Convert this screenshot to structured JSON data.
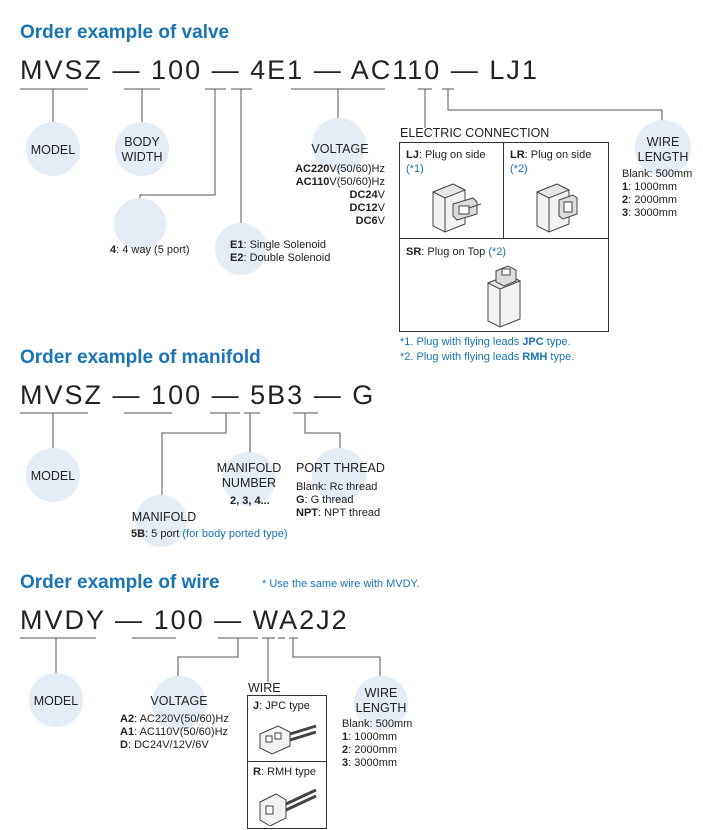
{
  "valve": {
    "title": "Order example of valve",
    "code": {
      "model": "MVSZ",
      "sep1": "—",
      "width": "100",
      "sep2": "—",
      "ports": "4E1",
      "sep3": "—",
      "voltage": "AC110",
      "sep4": "—",
      "conn": "LJ1"
    },
    "model_label": "MODEL",
    "body_width_label": "BODY\nWIDTH",
    "voltage_label": "VOLTAGE",
    "voltage_options": [
      {
        "code": "AC220",
        "text": "V(50/60)Hz"
      },
      {
        "code": "AC110",
        "text": "V(50/60)Hz"
      },
      {
        "code": "DC24",
        "text": "V"
      },
      {
        "code": "DC12",
        "text": "V"
      },
      {
        "code": "DC6",
        "text": "V"
      }
    ],
    "way_option": {
      "code": "4",
      "text": ": 4 way (5 port)"
    },
    "solenoid_options": [
      {
        "code": "E1",
        "text": ": Single Solenoid"
      },
      {
        "code": "E2",
        "text": ": Double Solenoid"
      }
    ],
    "electric_connection_label": "ELECTRIC CONNECTION",
    "connections": [
      {
        "code": "LJ",
        "text": ": Plug on side",
        "note": "(*1)"
      },
      {
        "code": "LR",
        "text": ": Plug on side",
        "note": "(*2)"
      },
      {
        "code": "SR",
        "text": ": Plug on Top",
        "note": "(*2)"
      }
    ],
    "wire_length_label": "WIRE\nLENGTH",
    "wire_length_options": [
      {
        "code": "",
        "text": "Blank: 500mm"
      },
      {
        "code": "1",
        "text": ": 1000mm"
      },
      {
        "code": "2",
        "text": ": 2000mm"
      },
      {
        "code": "3",
        "text": ": 3000mm"
      }
    ],
    "footnotes": [
      {
        "pre": "*1. Plug with flying leads ",
        "bold": "JPC",
        "post": " type."
      },
      {
        "pre": "*2. Plug with flying leads ",
        "bold": "RMH",
        "post": " type."
      }
    ]
  },
  "manifold": {
    "title": "Order example of manifold",
    "code": {
      "model": "MVSZ",
      "sep1": "—",
      "width": "100",
      "sep2": "—",
      "type": "5B3",
      "sep3": "—",
      "thread": "G"
    },
    "model_label": "MODEL",
    "manifold_label": "MANIFOLD",
    "manifold_option": {
      "code": "5B",
      "text": ": 5 port ",
      "note": "(for body ported type)"
    },
    "manifold_number_label": "MANIFOLD\nNUMBER",
    "manifold_number_values": "2, 3, 4...",
    "port_thread_label": "PORT THREAD",
    "port_thread_options": [
      {
        "code": "",
        "text": "Blank: Rc thread"
      },
      {
        "code": "G",
        "text": ": G thread"
      },
      {
        "code": "NPT",
        "text": ": NPT thread"
      }
    ]
  },
  "wire": {
    "title": "Order example of wire",
    "note": "* Use the same wire with MVDY.",
    "code": {
      "model": "MVDY",
      "sep1": "—",
      "width": "100",
      "sep2": "—",
      "type": "WA2J2"
    },
    "model_label": "MODEL",
    "voltage_label": "VOLTAGE",
    "voltage_options": [
      {
        "code": "A2",
        "text": ": AC220V(50/60)Hz"
      },
      {
        "code": "A1",
        "text": ": AC110V(50/60)Hz"
      },
      {
        "code": "D",
        "text": ": DC24V/12V/6V"
      }
    ],
    "wire_label": "WIRE",
    "wire_types": [
      {
        "code": "J",
        "text": ": JPC type"
      },
      {
        "code": "R",
        "text": ": RMH type"
      }
    ],
    "wire_length_label": "WIRE\nLENGTH",
    "wire_length_options": [
      {
        "code": "",
        "text": "Blank: 500mm"
      },
      {
        "code": "1",
        "text": ": 1000mm"
      },
      {
        "code": "2",
        "text": ": 2000mm"
      },
      {
        "code": "3",
        "text": ": 3000mm"
      }
    ]
  },
  "colors": {
    "title": "#1a73b5",
    "circle": "#e4ecf5",
    "line": "#555555"
  }
}
